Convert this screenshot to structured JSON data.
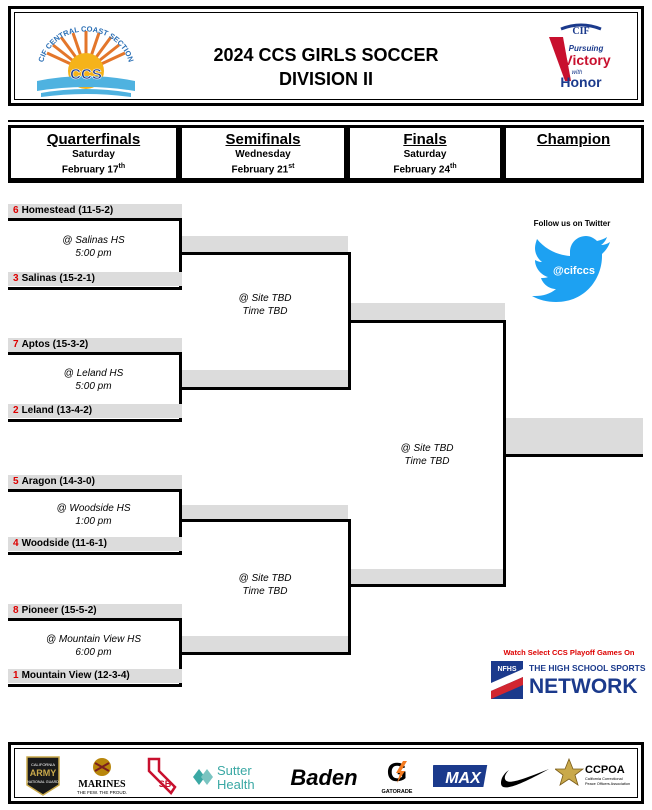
{
  "header": {
    "title_line1": "2024 CCS GIRLS SOCCER",
    "title_line2": "DIVISION II",
    "left_logo": {
      "icon": "ccs-sunburst-logo",
      "arc_text": "CIF CENTRAL COAST SECTION",
      "center_text": "CCS"
    },
    "right_logo": {
      "icon": "pursuing-victory-with-honor-logo",
      "badge": "CIF",
      "line1": "Pursuing",
      "line2": "Victory",
      "line3": "with",
      "line4": "Honor"
    }
  },
  "rounds": [
    {
      "name": "Quarterfinals",
      "day": "Saturday",
      "date": "February 17",
      "suffix": "th"
    },
    {
      "name": "Semifinals",
      "day": "Wednesday",
      "date": "February 21",
      "suffix": "st"
    },
    {
      "name": "Finals",
      "day": "Saturday",
      "date": "February 24",
      "suffix": "th"
    },
    {
      "name": "Champion",
      "day": "",
      "date": "",
      "suffix": ""
    }
  ],
  "quarterfinals": [
    {
      "top": {
        "seed": "6",
        "team": "Homestead (11-5-2)"
      },
      "bottom": {
        "seed": "3",
        "team": "Salinas (15-2-1)"
      },
      "site": "@ Salinas HS",
      "time": "5:00 pm"
    },
    {
      "top": {
        "seed": "7",
        "team": "Aptos (15-3-2)"
      },
      "bottom": {
        "seed": "2",
        "team": "Leland (13-4-2)"
      },
      "site": "@ Leland HS",
      "time": "5:00 pm"
    },
    {
      "top": {
        "seed": "5",
        "team": "Aragon (14-3-0)"
      },
      "bottom": {
        "seed": "4",
        "team": "Woodside (11-6-1)"
      },
      "site": "@ Woodside HS",
      "time": "1:00 pm"
    },
    {
      "top": {
        "seed": "8",
        "team": "Pioneer (15-5-2)"
      },
      "bottom": {
        "seed": "1",
        "team": "Mountain View (12-3-4)"
      },
      "site": "@ Mountain View HS",
      "time": "6:00 pm"
    }
  ],
  "semifinals": [
    {
      "site": "@ Site TBD",
      "time": "Time TBD"
    },
    {
      "site": "@ Site TBD",
      "time": "Time TBD"
    }
  ],
  "finals": {
    "site": "@ Site TBD",
    "time": "Time TBD"
  },
  "twitter": {
    "caption": "Follow us on Twitter",
    "handle": "@cifccs",
    "icon": "twitter-bird-icon"
  },
  "network": {
    "caption": "Watch Select CCS Playoff Games On",
    "badge": "NFHS",
    "line1": "THE HIGH SCHOOL SPORTS",
    "line2": "NETWORK"
  },
  "sponsors": [
    {
      "icon": "army-national-guard-logo",
      "line1": "CALIFORNIA",
      "line2": "ARMY",
      "line3": "NATIONAL GUARD"
    },
    {
      "icon": "marines-logo",
      "line1": "MARINES",
      "line2": "THE FEW. THE PROUD."
    },
    {
      "icon": "state-logo",
      "line1": "SB"
    },
    {
      "icon": "sutter-health-logo",
      "line1": "Sutter",
      "line2": "Health"
    },
    {
      "icon": "baden-logo",
      "line1": "Baden"
    },
    {
      "icon": "gatorade-logo",
      "line1": "G",
      "line2": "GATORADE"
    },
    {
      "icon": "max-preps-logo",
      "line1": "MAX"
    },
    {
      "icon": "nike-swoosh-logo"
    },
    {
      "icon": "ccpoa-logo",
      "line1": "CCPOA",
      "line2": "California Correctional",
      "line3": "Peace Officers Association"
    }
  ],
  "colors": {
    "seed": "#dd0000",
    "slot_fill": "#dcdcdc",
    "twitter": "#1da1f2",
    "network_blue": "#1b3a8c",
    "network_red": "#d22630"
  }
}
